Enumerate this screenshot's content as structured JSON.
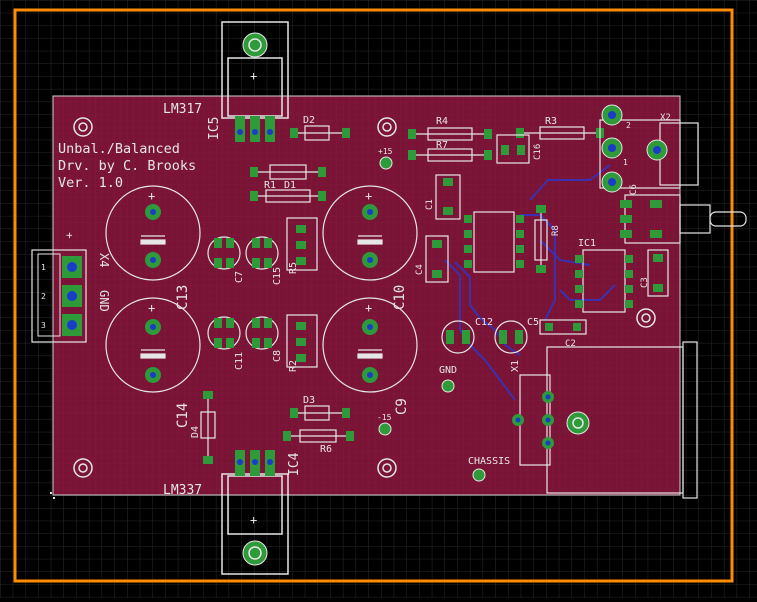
{
  "board": {
    "title_lines": [
      "Unbal./Balanced",
      "Drv. by C. Brooks",
      "Ver. 1.0"
    ]
  },
  "colors": {
    "background": "#000000",
    "grid": "#2a2a2a",
    "frame": "#ff8c00",
    "board": "#7a1436",
    "copper_top": "#c01048",
    "silk": "#e6e6e6",
    "pad": "#2e9a3a",
    "pad_hole": "#1a3cc8",
    "trace_bottom": "#3a30b0"
  },
  "labels": {
    "lm317": "LM317",
    "lm337": "LM337",
    "ic5": "IC5",
    "ic4": "IC4",
    "ic1": "IC1",
    "d1": "D1",
    "d2": "D2",
    "d3": "D3",
    "d4": "D4",
    "r1": "R1",
    "r2": "R2",
    "r3": "R3",
    "r4": "R4",
    "r5": "R5",
    "r6": "R6",
    "r7": "R7",
    "r8": "R8",
    "c1": "C1",
    "c2": "C2",
    "c3": "C3",
    "c4": "C4",
    "c5": "C5",
    "c6": "C6",
    "c7": "C7",
    "c8": "C8",
    "c9": "C9",
    "c10": "C10",
    "c11": "C11",
    "c12": "C12",
    "c13": "C13",
    "c14": "C14",
    "c15": "C15",
    "c16": "C16",
    "x1": "X1",
    "x2": "X2",
    "x4": "X4",
    "plus15": "+15",
    "minus15": "-15",
    "gnd": "GND",
    "chassis": "CHASSIS",
    "gnd_rot": "GND",
    "pin1": "1",
    "pin2": "2",
    "pin3": "3",
    "plus_sign": "+"
  }
}
